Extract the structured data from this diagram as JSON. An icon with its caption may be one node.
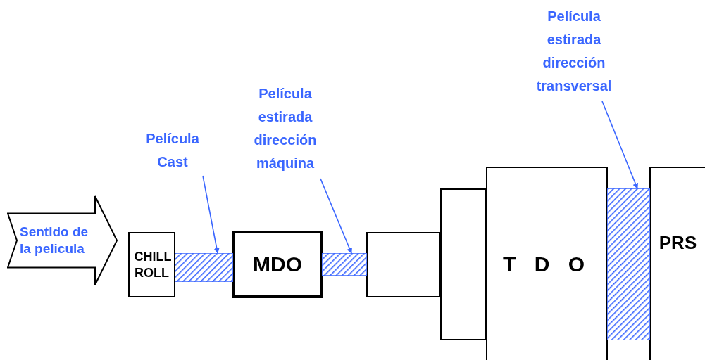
{
  "diagram": {
    "nodes": [
      {
        "text": [
          "Sentido de la pelicula"
        ]
      },
      {
        "text": [
          "CHILL ROLL"
        ]
      },
      {
        "text": [
          "MDO"
        ]
      },
      {
        "text": [],
        "shape": "box"
      },
      {
        "text": [],
        "shape": "box"
      },
      {
        "text": [
          "T D O"
        ]
      },
      {
        "text": [
          "PRS"
        ]
      },
      {
        "text": [],
        "shape": "bar"
      },
      {
        "text": [],
        "shape": "bar"
      },
      {
        "text": [],
        "shape": "bar"
      },
      {
        "text": [
          "Película Cast"
        ]
      },
      {
        "text": [
          "Película estirada dirección máquina"
        ]
      },
      {
        "text": [
          "Película estirada dirección transversal"
        ]
      }
    ],
    "edges": [
      {
        "from": 10,
        "to": 7,
        "arrow": "to"
      },
      {
        "from": 11,
        "to": 8,
        "arrow": "to"
      },
      {
        "from": 12,
        "to": 9,
        "arrow": "to"
      }
    ]
  }
}
